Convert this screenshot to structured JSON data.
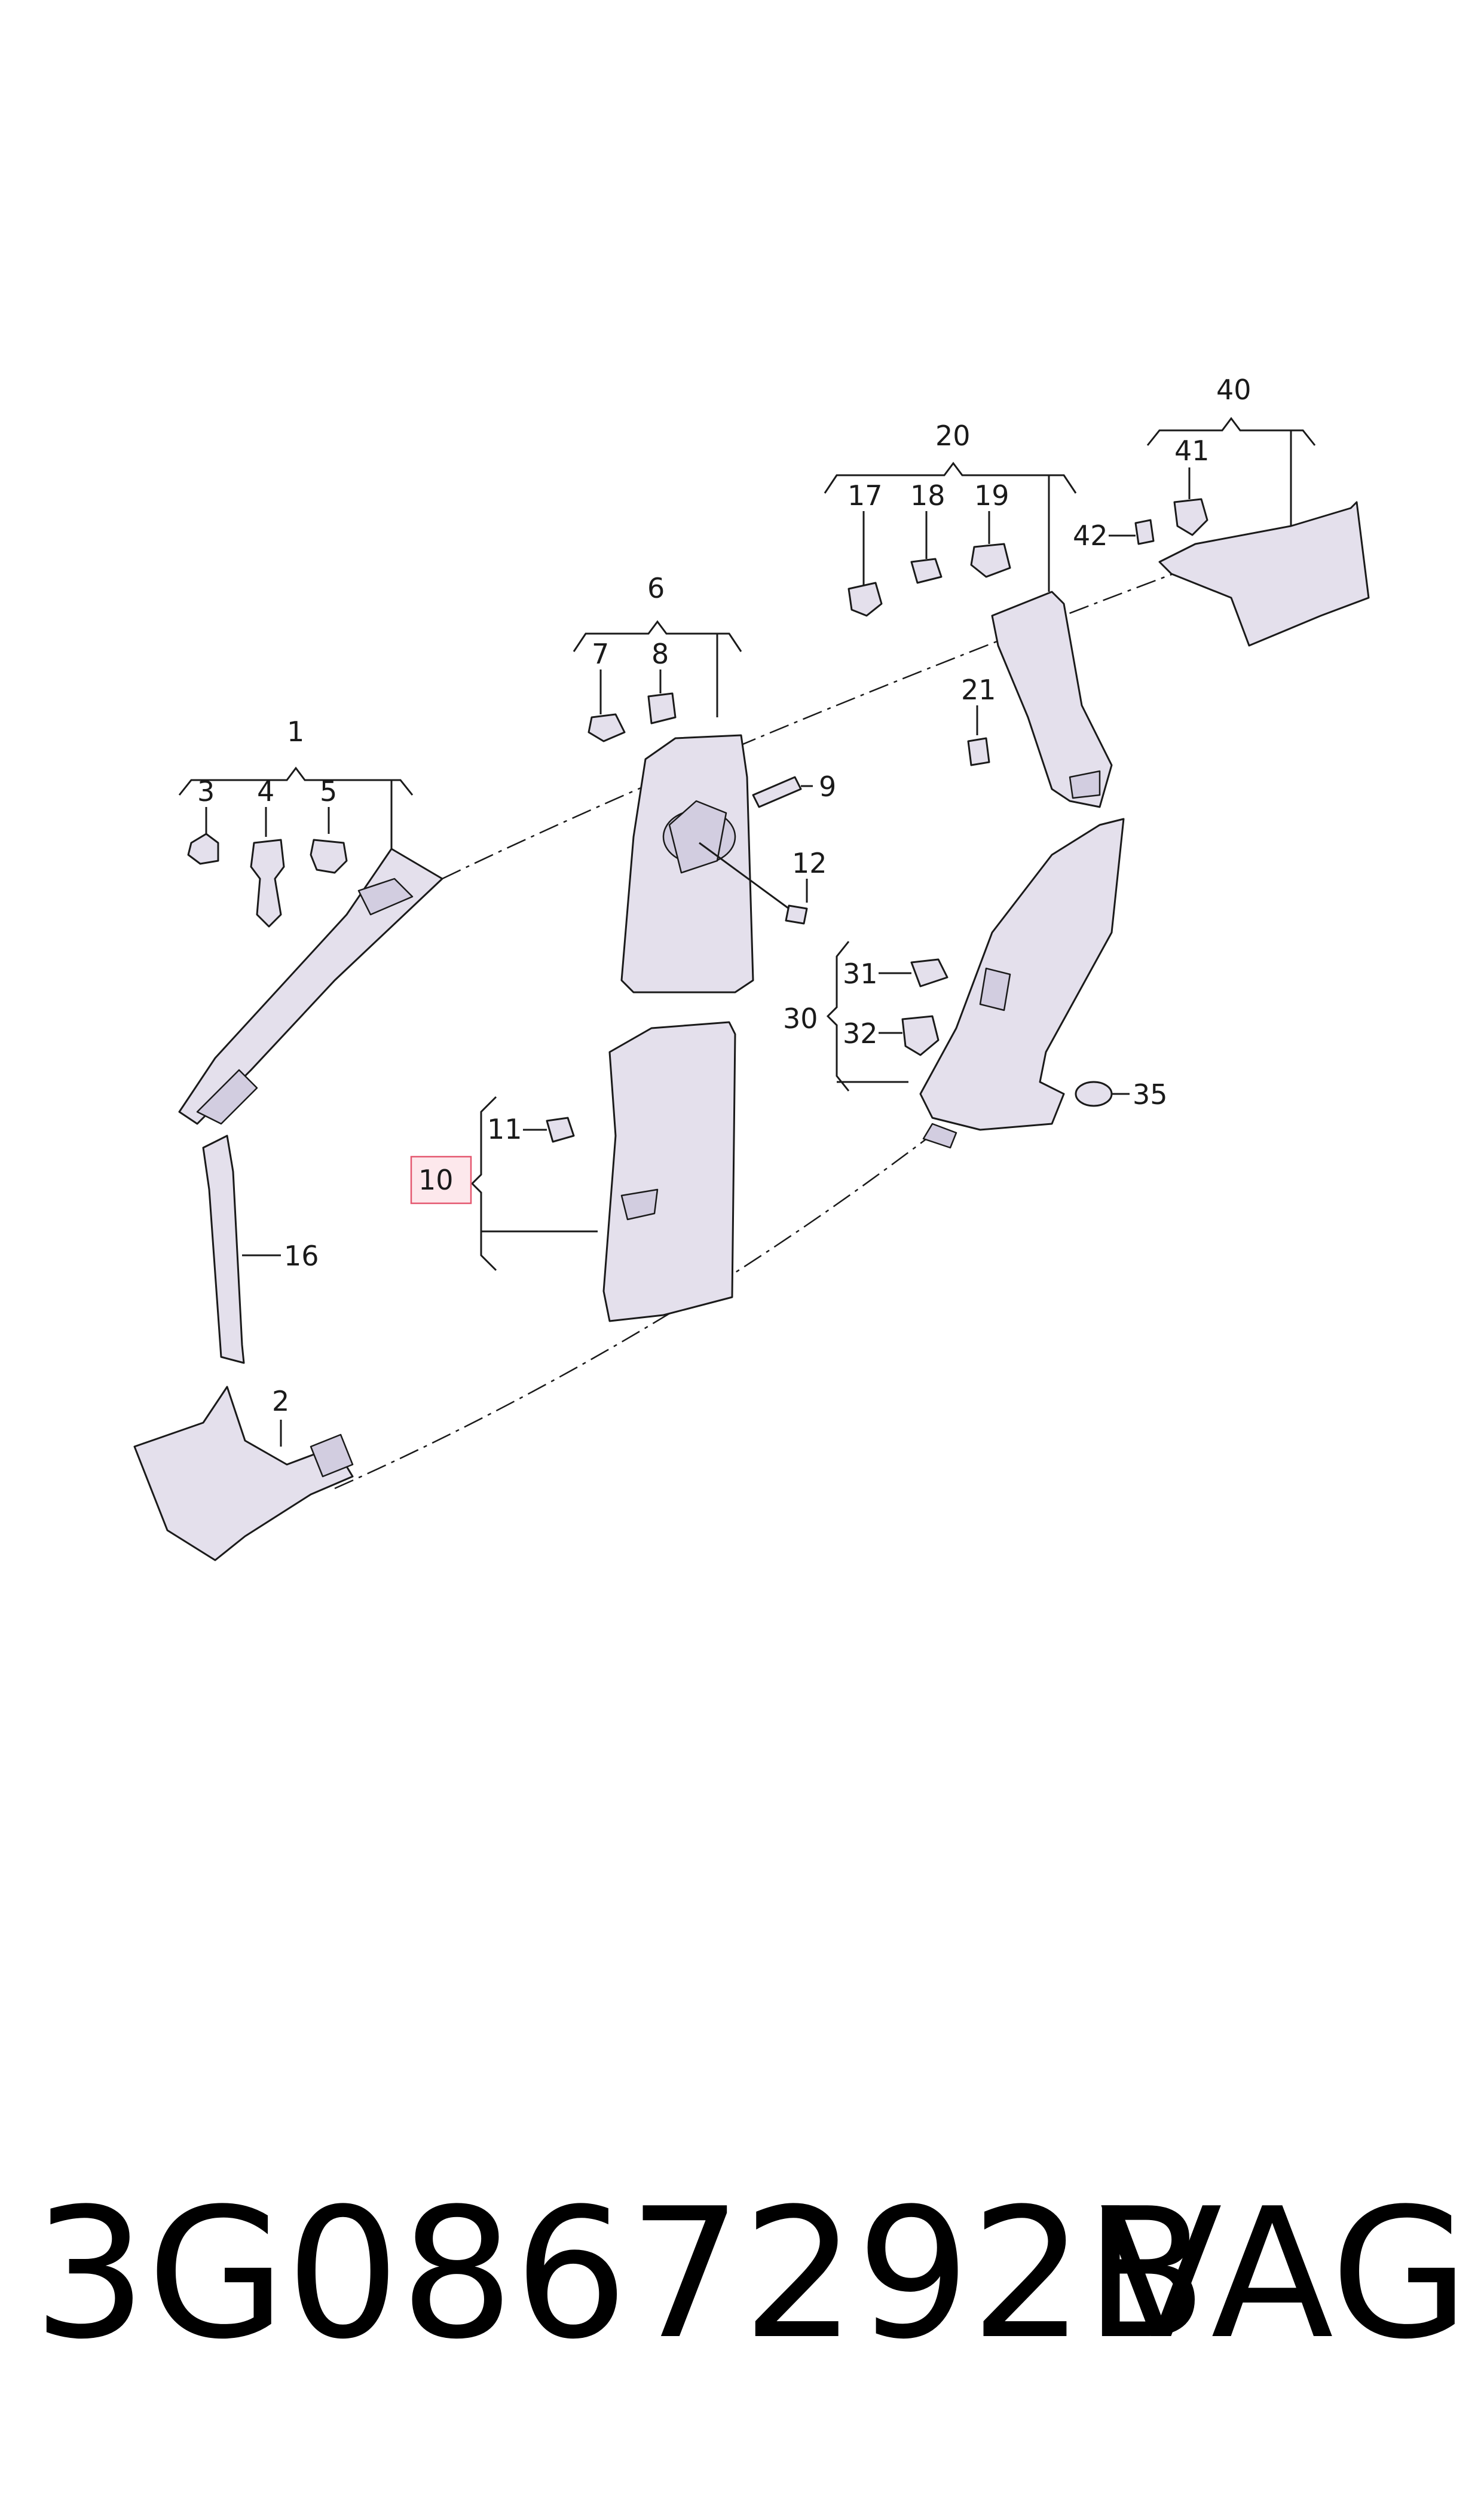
{
  "callouts": {
    "c1": "1",
    "c2": "2",
    "c3": "3",
    "c4": "4",
    "c5": "5",
    "c6": "6",
    "c7": "7",
    "c8": "8",
    "c9": "9",
    "c10": "10",
    "c11": "11",
    "c12": "12",
    "c16": "16",
    "c17": "17",
    "c18": "18",
    "c19": "19",
    "c20": "20",
    "c21": "21",
    "c30": "30",
    "c31": "31",
    "c32": "32",
    "c35": "35",
    "c40": "40",
    "c41": "41",
    "c42": "42"
  },
  "highlighted_callout": "10",
  "footer": {
    "part_number": "3G0867292B",
    "brand": "VAG"
  },
  "colors": {
    "part_fill": "#e4e0ec",
    "highlight": "#e4576f"
  }
}
